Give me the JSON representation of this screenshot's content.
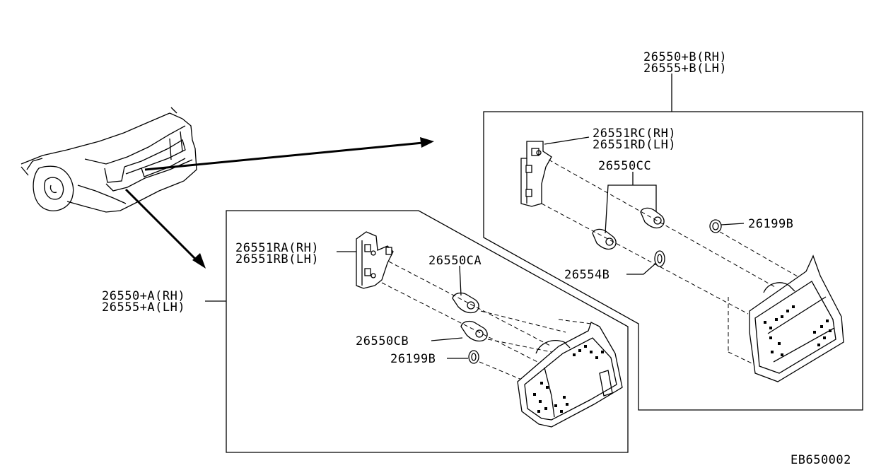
{
  "labels": {
    "assembly_b_rh": "26550+B(RH)",
    "assembly_b_lh": "26555+B(LH)",
    "socket_rc": "26551RC(RH)",
    "socket_rd": "26551RD(LH)",
    "bulb_cc": "26550CC",
    "bulb_199b_right": "26199B",
    "gasket_554b": "26554B",
    "socket_ra": "26551RA(RH)",
    "socket_rb": "26551RB(LH)",
    "bulb_ca": "26550CA",
    "assembly_a_rh": "26550+A(RH)",
    "assembly_a_lh": "26555+A(LH)",
    "bulb_cb": "26550CB",
    "bulb_199b_left": "26199B",
    "diagram_code": "EB650002"
  }
}
